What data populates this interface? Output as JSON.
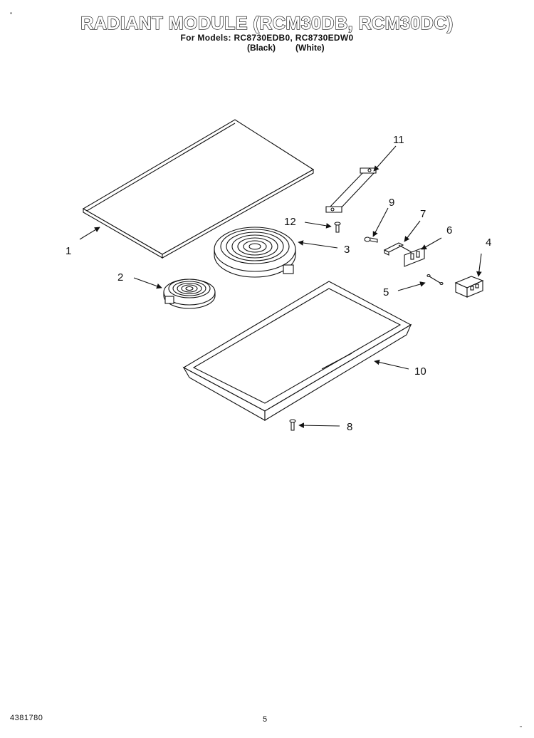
{
  "header": {
    "title": "RADIANT MODULE (RCM30DB, RCM30DC)",
    "models": "For Models: RC8730EDB0, RC8730EDW0",
    "color_black": "(Black)",
    "color_white": "(White)",
    "corner_mark": "\""
  },
  "callouts": [
    "1",
    "2",
    "3",
    "4",
    "5",
    "6",
    "7",
    "8",
    "9",
    "10",
    "11",
    "12"
  ],
  "footer": {
    "doc_number": "4381780",
    "page": "5",
    "corner_mark": "\""
  }
}
